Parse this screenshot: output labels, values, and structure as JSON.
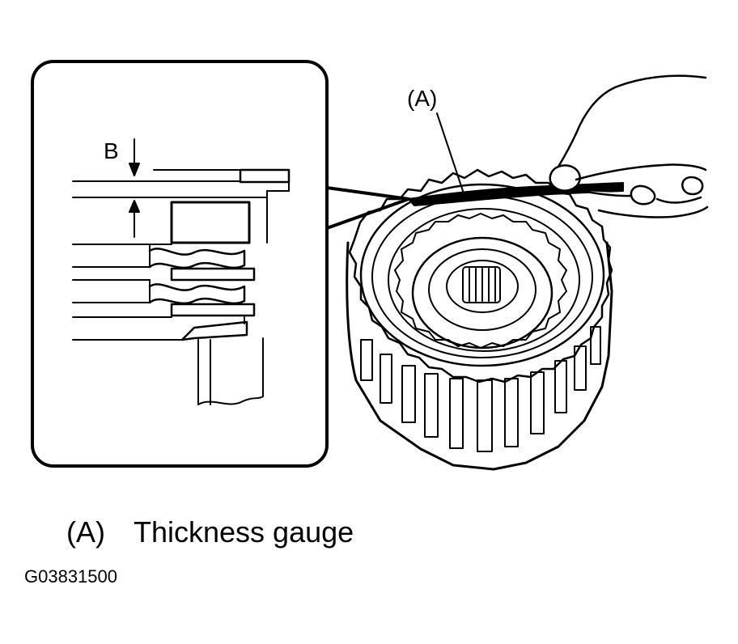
{
  "labels": {
    "dimension": "B",
    "callout": "(A)"
  },
  "legend": {
    "key": "(A)",
    "text": "Thickness gauge"
  },
  "figure_id": "G03831500",
  "colors": {
    "ink": "#000000",
    "paper": "#ffffff"
  }
}
